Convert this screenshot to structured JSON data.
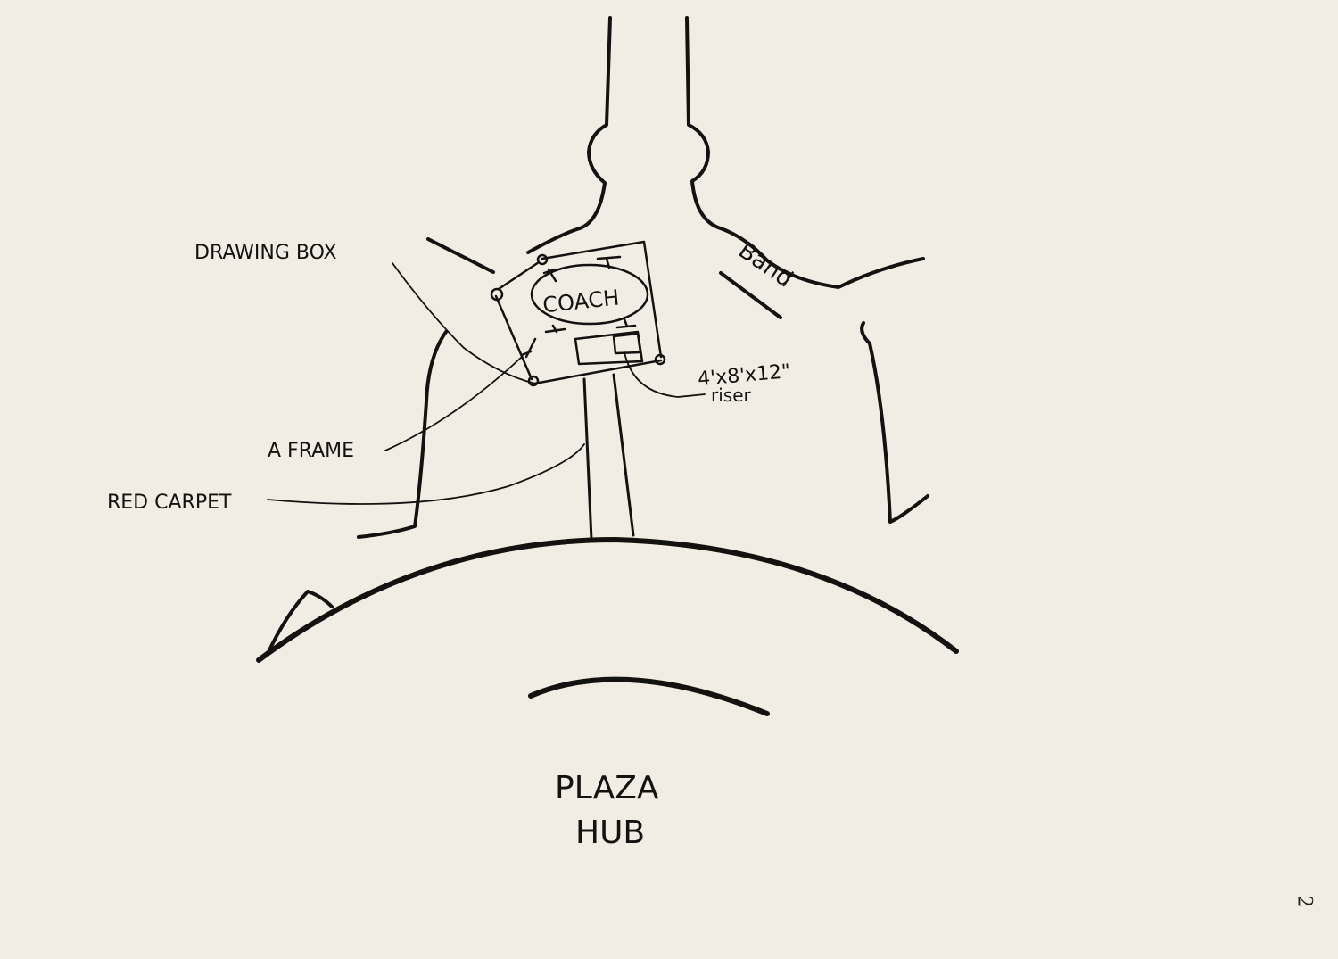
{
  "diagram": {
    "labels": {
      "drawing_box": "DRAWING BOX",
      "coach": "COACH",
      "band": "Band",
      "riser_size": "4'x8'x12\"",
      "riser": "riser",
      "a_frame": "A FRAME",
      "red_carpet": "RED CARPET",
      "plaza": "PLAZA",
      "hub": "HUB"
    }
  },
  "page_number": "2",
  "colors": {
    "paper": "#f1ede4",
    "ink": "#141210"
  }
}
